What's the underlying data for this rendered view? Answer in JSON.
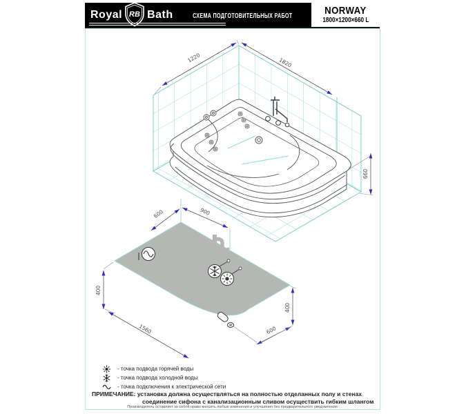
{
  "header": {
    "brand_royal": "Royal",
    "brand_rb": "RB",
    "brand_bath": "Bath",
    "doc_title": "СХЕМА ПОДГОТОВИТЕЛЬНЫХ РАБОТ",
    "model": "NORWAY",
    "size": "1800×1200×660 L"
  },
  "iso": {
    "width_left": "1220",
    "width_right": "1820",
    "height": "660"
  },
  "plan": {
    "top_left": "600",
    "top_right": "900",
    "side_left": "400",
    "side_right": "400",
    "bottom_left": "1560",
    "bottom_right": "600"
  },
  "legend": {
    "hot": "- точка подвода горячей воды",
    "cold": "- точка подвода холодной воды",
    "electric": "- точка подключения к электрической сети"
  },
  "note": {
    "label": "ПРИМЕЧАНИЕ:",
    "line1": "установка должна осуществляться на полностью отделанных полу и стенах",
    "line2": "соединение сифона с канализационным сливом осуществить гибким шлангом"
  },
  "footer": "Производитель оставляет за собой право вносить любые изменения и улучшения без предварительного уведомления",
  "colors": {
    "tile": "#8adcd0",
    "tile_edge": "#7fd0c5",
    "arrow_blue": "#2a2ec4",
    "floor_gray": "#b5b7b4",
    "line_dark": "#4a4f55"
  }
}
